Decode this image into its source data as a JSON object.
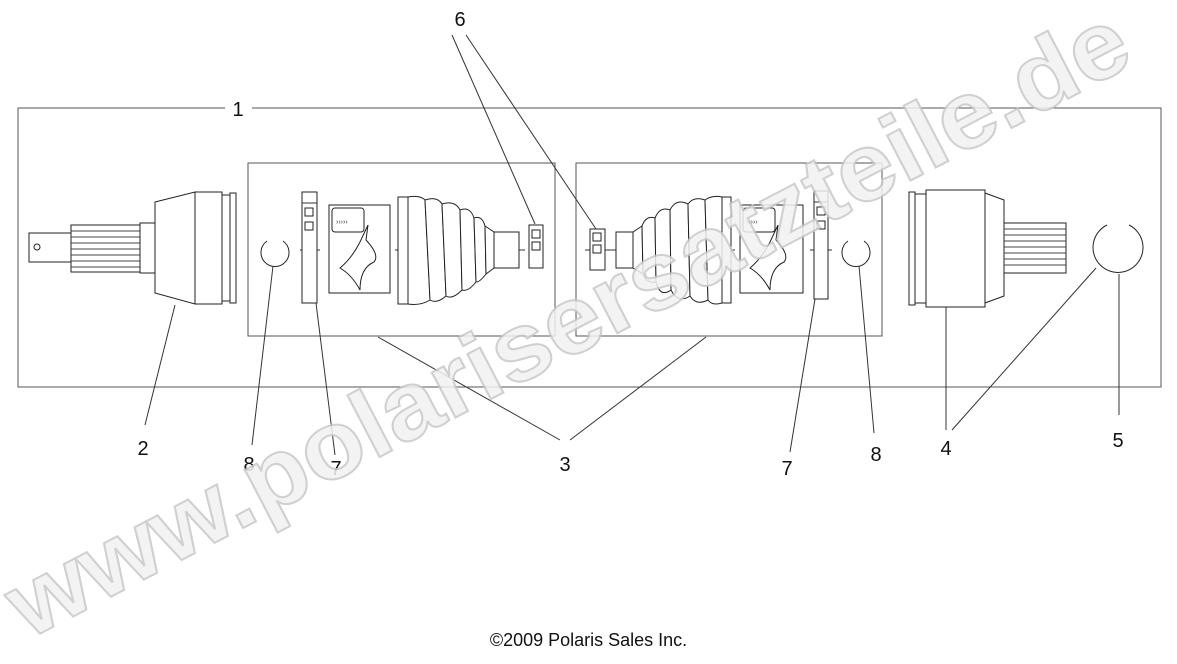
{
  "diagram": {
    "callouts": [
      "1",
      "2",
      "3",
      "4",
      "5",
      "6",
      "7",
      "8"
    ],
    "labels": {
      "assembly": "1",
      "outer_cv_joint": "2",
      "boot_kit": "3",
      "inner_cv_joint": "4",
      "retaining_ring": "5",
      "boot_clamp": "6",
      "large_clamp_left": "7",
      "large_clamp_right": "7",
      "circlip_left": "8",
      "circlip_right": "8"
    }
  },
  "copyright": "©2009 Polaris Sales Inc.",
  "watermark": "www.polarisersatzteile.de"
}
